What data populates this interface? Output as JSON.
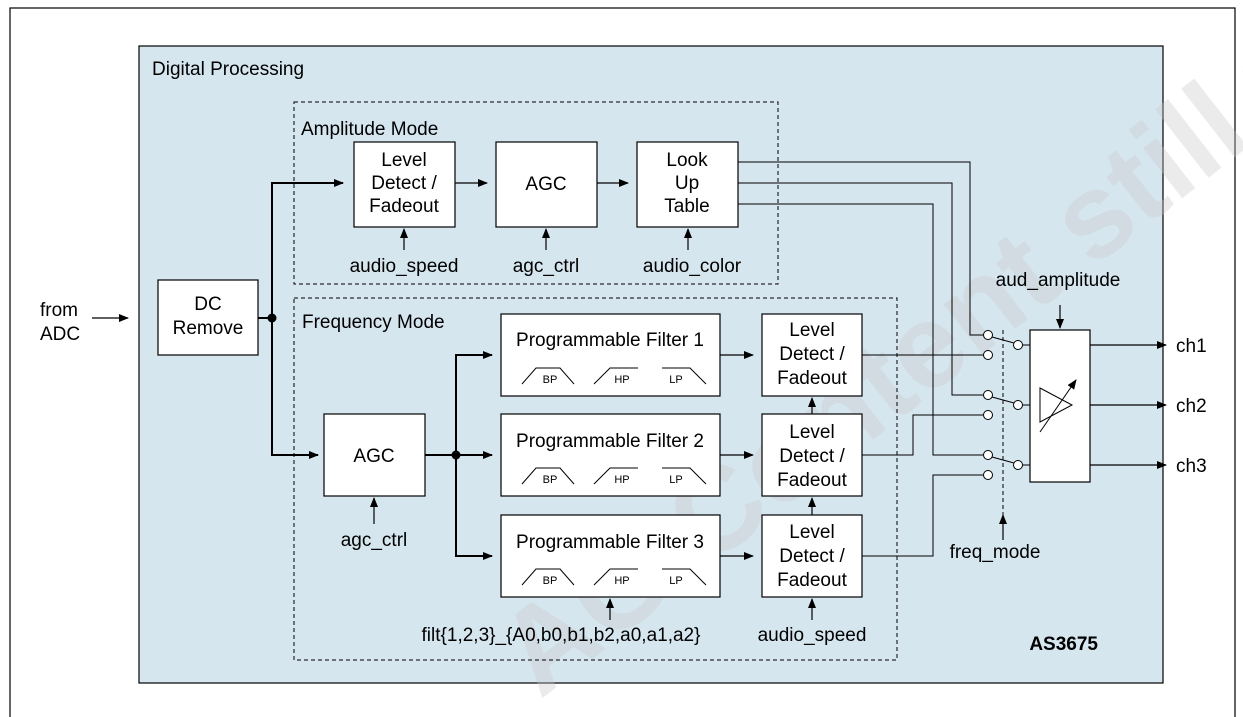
{
  "frame": {
    "label": "Digital Processing",
    "chip": "AS3675"
  },
  "amplitude_mode": {
    "title": "Amplitude Mode",
    "level_detect": [
      "Level",
      "Detect /",
      "Fadeout"
    ],
    "agc": "AGC",
    "lut": [
      "Look",
      "Up",
      "Table"
    ],
    "in_audio_speed": "audio_speed",
    "in_agc_ctrl": "agc_ctrl",
    "in_audio_color": "audio_color"
  },
  "frequency_mode": {
    "title": "Frequency Mode",
    "agc": "AGC",
    "agc_ctrl": "agc_ctrl",
    "filters": [
      {
        "label": "Programmable Filter 1"
      },
      {
        "label": "Programmable Filter 2"
      },
      {
        "label": "Programmable Filter 3"
      }
    ],
    "filter_types": [
      "BP",
      "HP",
      "LP"
    ],
    "level_detect": [
      "Level",
      "Detect /",
      "Fadeout"
    ],
    "coeffs": "filt{1,2,3}_{A0,b0,b1,b2,a0,a1,a2}",
    "audio_speed": "audio_speed"
  },
  "input": {
    "line1": "from",
    "line2": "ADC"
  },
  "dc_remove": [
    "DC",
    "Remove"
  ],
  "controls": {
    "aud_amplitude": "aud_amplitude",
    "freq_mode": "freq_mode"
  },
  "outputs": [
    "ch1",
    "ch2",
    "ch3"
  ],
  "watermark": "AG Content still valid"
}
